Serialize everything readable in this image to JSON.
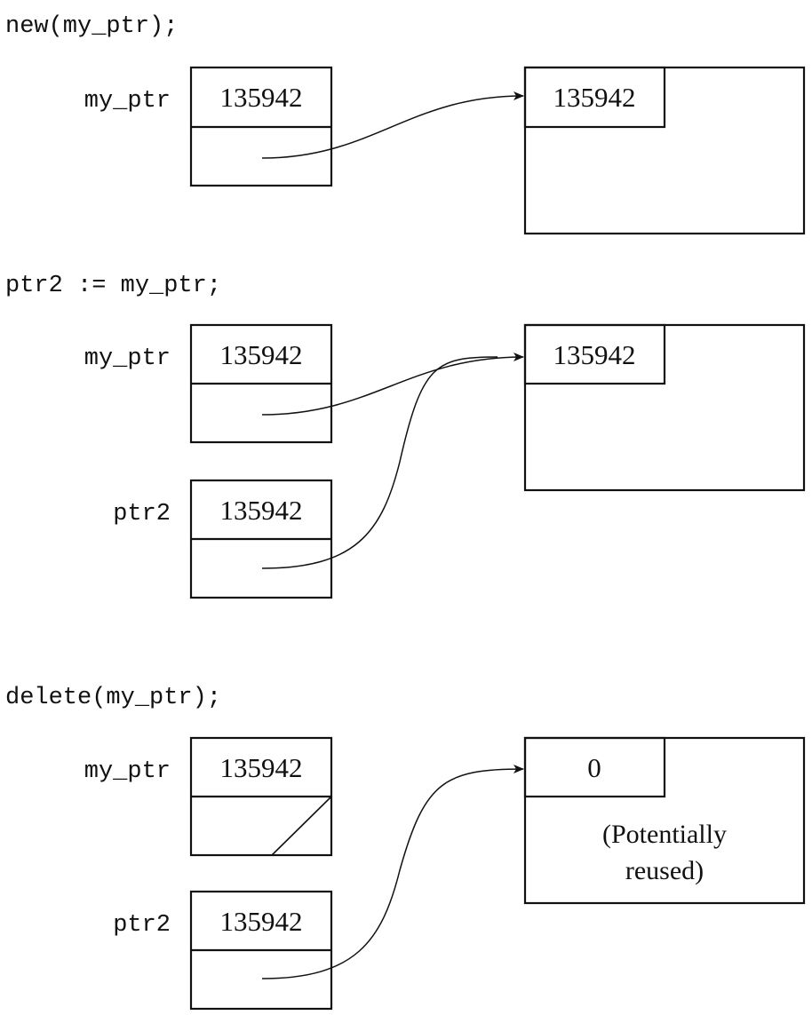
{
  "sections": [
    {
      "statement": "new(my_ptr);",
      "pointers": [
        {
          "name": "my_ptr",
          "value": "135942",
          "dangling": false,
          "points_to_heap": true
        }
      ],
      "heap": {
        "value": "135942",
        "note_lines": []
      }
    },
    {
      "statement": "ptr2 := my_ptr;",
      "pointers": [
        {
          "name": "my_ptr",
          "value": "135942",
          "dangling": false,
          "points_to_heap": true
        },
        {
          "name": "ptr2",
          "value": "135942",
          "dangling": false,
          "points_to_heap": true
        }
      ],
      "heap": {
        "value": "135942",
        "note_lines": []
      }
    },
    {
      "statement": "delete(my_ptr);",
      "pointers": [
        {
          "name": "my_ptr",
          "value": "135942",
          "dangling": true,
          "points_to_heap": false
        },
        {
          "name": "ptr2",
          "value": "135942",
          "dangling": false,
          "points_to_heap": true
        }
      ],
      "heap": {
        "value": "0",
        "note_lines": [
          "(Potentially",
          "reused)"
        ]
      }
    }
  ],
  "colors": {
    "ink": "#111111",
    "background": "#ffffff"
  }
}
